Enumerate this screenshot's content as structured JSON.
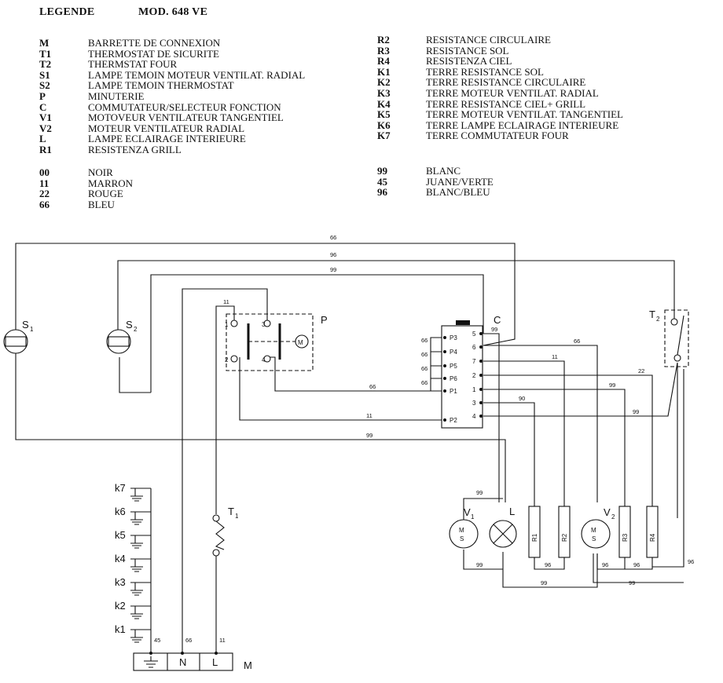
{
  "header": {
    "title": "LEGENDE",
    "model": "MOD. 648 VE"
  },
  "legend_left": [
    {
      "code": "M",
      "label": "BARRETTE DE CONNEXION"
    },
    {
      "code": "T1",
      "label": "THERMOSTAT DE SICURITE"
    },
    {
      "code": "T2",
      "label": "THERMSTAT FOUR"
    },
    {
      "code": "S1",
      "label": "LAMPE TEMOIN MOTEUR VENTILAT. RADIAL"
    },
    {
      "code": "S2",
      "label": "LAMPE TEMOIN THERMOSTAT"
    },
    {
      "code": "P",
      "label": "MINUTERIE"
    },
    {
      "code": "C",
      "label": "COMMUTATEUR/SELECTEUR FONCTION"
    },
    {
      "code": "V1",
      "label": "MOTOVEUR VENTILATEUR TANGENTIEL"
    },
    {
      "code": "V2",
      "label": "MOTEUR VENTILATEUR RADIAL"
    },
    {
      "code": "L",
      "label": "LAMPE ECLAIRAGE INTERIEURE"
    },
    {
      "code": "R1",
      "label": "RESISTENZA GRILL"
    }
  ],
  "legend_right": [
    {
      "code": "R2",
      "label": "RESISTANCE CIRCULAIRE"
    },
    {
      "code": "R3",
      "label": "RESISTANCE SOL"
    },
    {
      "code": "R4",
      "label": "RESISTENZA CIEL"
    },
    {
      "code": "K1",
      "label": "TERRE RESISTANCE SOL"
    },
    {
      "code": "K2",
      "label": "TERRE RESISTANCE CIRCULAIRE"
    },
    {
      "code": "K3",
      "label": "TERRE MOTEUR VENTILAT. RADIAL"
    },
    {
      "code": "K4",
      "label": "TERRE RESISTANCE CIEL+ GRILL"
    },
    {
      "code": "K5",
      "label": "TERRE MOTEUR VENTILAT. TANGENTIEL"
    },
    {
      "code": "K6",
      "label": "TERRE LAMPE ECLAIRAGE INTERIEURE"
    },
    {
      "code": "K7",
      "label": "TERRE COMMUTATEUR FOUR"
    }
  ],
  "colors_left": [
    {
      "code": "00",
      "label": "NOIR"
    },
    {
      "code": "11",
      "label": "MARRON"
    },
    {
      "code": "22",
      "label": "ROUGE"
    },
    {
      "code": "66",
      "label": "BLEU"
    }
  ],
  "colors_right": [
    {
      "code": "99",
      "label": "BLANC"
    },
    {
      "code": "45",
      "label": "JUANE/VERTE"
    },
    {
      "code": "96",
      "label": "BLANC/BLEU"
    }
  ],
  "components": {
    "S1": "S",
    "S1_sub": "1",
    "S2": "S",
    "S2_sub": "2",
    "P": "P",
    "C": "C",
    "T2": "T",
    "T2_sub": "2",
    "T1": "T",
    "T1_sub": "1",
    "V1": "V",
    "V1_sub": "1",
    "V2": "V",
    "V2_sub": "2",
    "L": "L",
    "R1": "R1",
    "R2": "R2",
    "R3": "R3",
    "R4": "R4",
    "motor_m": "M",
    "motor_s": "S",
    "timer_motor": "M",
    "M": "M",
    "terminal_n": "N",
    "terminal_l": "L"
  },
  "timer_contacts": [
    "1",
    "3",
    "2",
    "4"
  ],
  "switch_pins_left": [
    "P3",
    "P4",
    "P5",
    "P6",
    "P1",
    "P2"
  ],
  "switch_pins_right": [
    "5",
    "6",
    "7",
    "2",
    "1",
    "3",
    "4"
  ],
  "earth_labels": [
    "k7",
    "k6",
    "k5",
    "k4",
    "k3",
    "k2",
    "k1"
  ],
  "wire_labels": {
    "top_66": "66",
    "top_96": "96",
    "top_99": "99",
    "timer_11": "11",
    "p1_66": "66",
    "p2_11": "11",
    "s1_99": "99",
    "c6_66": "66",
    "c7_11": "11",
    "c2_22": "22",
    "c1_99": "99",
    "c3_90": "90",
    "c4_99": "99",
    "c5_99": "99",
    "sw_66a": "66",
    "sw_66b": "66",
    "sw_66c": "66",
    "sw_66d": "66",
    "v1_99_top": "99",
    "v1_99_bot": "99",
    "r_96_1": "96",
    "r_96_2": "96",
    "r_96_3": "96",
    "r_96_4": "96",
    "bot_99_1": "99",
    "bot_99_2": "99",
    "m_45": "45",
    "m_66": "66",
    "m_11": "11"
  }
}
